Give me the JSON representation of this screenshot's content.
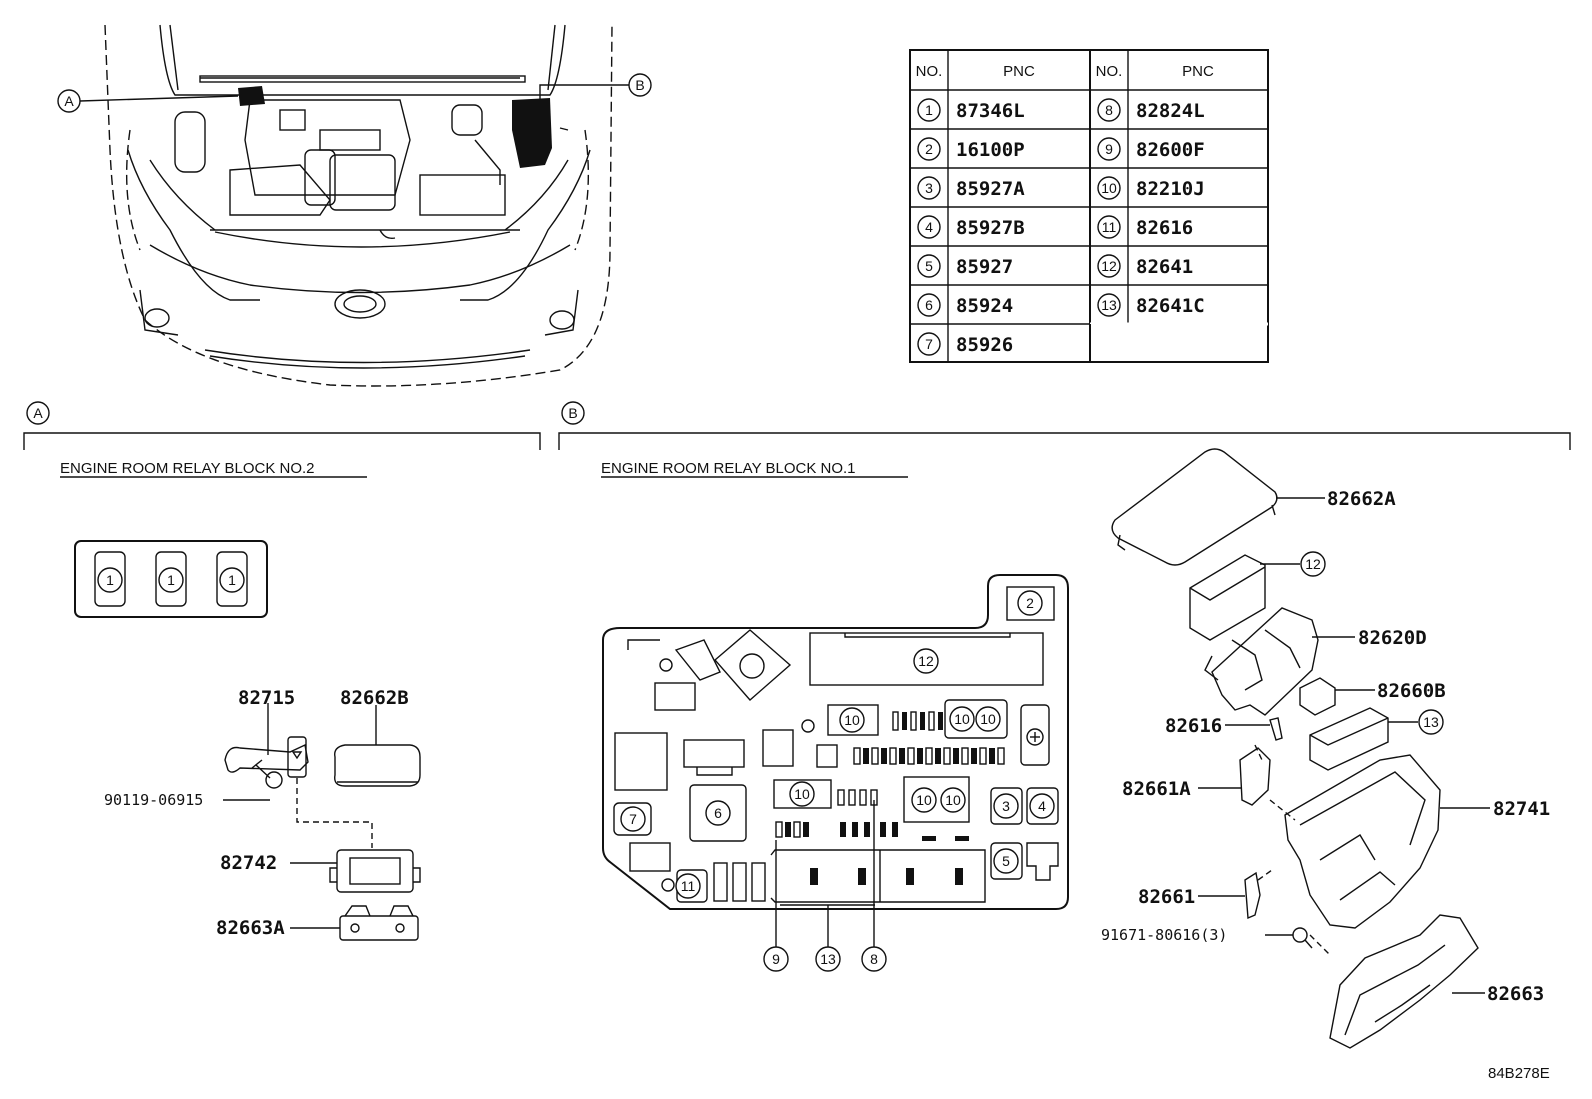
{
  "table": {
    "headers": [
      "NO.",
      "PNC",
      "NO.",
      "PNC"
    ],
    "rows": [
      {
        "no": "1",
        "pnc": "87346L",
        "no2": "8",
        "pnc2": "82824L"
      },
      {
        "no": "2",
        "pnc": "16100P",
        "no2": "9",
        "pnc2": "82600F"
      },
      {
        "no": "3",
        "pnc": "85927A",
        "no2": "10",
        "pnc2": "82210J"
      },
      {
        "no": "4",
        "pnc": "85927B",
        "no2": "11",
        "pnc2": "82616"
      },
      {
        "no": "5",
        "pnc": "85927",
        "no2": "12",
        "pnc2": "82641"
      },
      {
        "no": "6",
        "pnc": "85924",
        "no2": "13",
        "pnc2": "82641C"
      },
      {
        "no": "7",
        "pnc": "85926",
        "no2": "",
        "pnc2": ""
      }
    ]
  },
  "view_markers": {
    "a": "A",
    "b": "B"
  },
  "sections": {
    "left_title": "ENGINE ROOM RELAY BLOCK NO.2",
    "right_title": "ENGINE ROOM RELAY BLOCK NO.1"
  },
  "left_labels": {
    "p82715": "82715",
    "p82662B": "82662B",
    "p90119": "90119-06915",
    "p82742": "82742",
    "p82663A": "82663A"
  },
  "right_labels": {
    "p82662A": "82662A",
    "p82620D": "82620D",
    "p82660B": "82660B",
    "p82616": "82616",
    "p82661A": "82661A",
    "p82741": "82741",
    "p82661": "82661",
    "p91671": "91671-80616(3)",
    "p82663": "82663"
  },
  "callouts": {
    "n1": "1",
    "n2": "2",
    "n3": "3",
    "n4": "4",
    "n5": "5",
    "n6": "6",
    "n7": "7",
    "n8": "8",
    "n9": "9",
    "n10": "10",
    "n11": "11",
    "n12": "12",
    "n13": "13"
  },
  "diagram_code": "84B278E"
}
